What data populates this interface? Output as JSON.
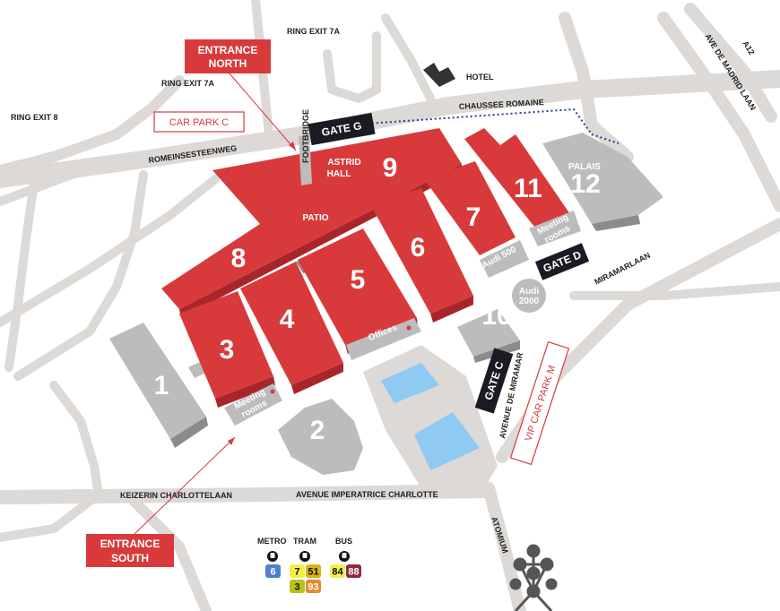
{
  "roads": {
    "ring_exit_7a_top": "RING EXIT 7A",
    "ring_exit_7a_left": "RING EXIT 7A",
    "ring_exit_8": "RING EXIT 8",
    "chaussee_romaine": "CHAUSSEE ROMAINE",
    "romeinsesteenweg": "ROMEINSESTEENWEG",
    "footbridge": "FOOTBRIDGE",
    "ave_de_madrid": "AVE DE MADRID LAAN",
    "a12": "A12",
    "miramarlaan": "MIRAMARLAAN",
    "avenue_de_miramar": "AVENUE DE MIRAMAR",
    "keizerin": "KEIZERIN CHARLOTTELAAN",
    "imperatrice": "AVENUE IMPERATRICE CHARLOTTE",
    "atomium": "ATOMIUM"
  },
  "landmarks": {
    "hotel": "HOTEL",
    "car_park_c": "CAR PARK C",
    "vip_car_park_m": "VIP CAR PARK M",
    "patio": "PATIO",
    "astrid_hall": [
      "ASTRID",
      "HALL"
    ],
    "palais": "PALAIS"
  },
  "entrances": {
    "north": [
      "ENTRANCE",
      "NORTH"
    ],
    "south": [
      "ENTRANCE",
      "SOUTH"
    ]
  },
  "gates": {
    "g": "GATE G",
    "d": "GATE D",
    "c": "GATE C"
  },
  "halls": [
    "1",
    "2",
    "3",
    "4",
    "5",
    "6",
    "7",
    "8",
    "9",
    "10",
    "11",
    "12"
  ],
  "rooms": {
    "meeting_south": [
      "Meeting",
      "rooms"
    ],
    "meeting_north": [
      "Meeting",
      "rooms"
    ],
    "offices": "Offices",
    "audi_500": "Audi 500",
    "audi_2000": [
      "Audi",
      "2000"
    ]
  },
  "transport": {
    "metro": {
      "label": "METRO",
      "lines": [
        {
          "n": "6",
          "color": "#4f7fcf",
          "text": "#fff"
        }
      ]
    },
    "tram": {
      "label": "TRAM",
      "lines": [
        {
          "n": "7",
          "color": "#f2ee4a",
          "text": "#111"
        },
        {
          "n": "51",
          "color": "#d8b319",
          "text": "#111"
        },
        {
          "n": "3",
          "color": "#b8c21c",
          "text": "#111"
        },
        {
          "n": "93",
          "color": "#e58a2a",
          "text": "#fff"
        }
      ]
    },
    "bus": {
      "label": "BUS",
      "lines": [
        {
          "n": "84",
          "color": "#f2ee4a",
          "text": "#111"
        },
        {
          "n": "88",
          "color": "#8e2a3e",
          "text": "#fff"
        }
      ]
    }
  },
  "colors": {
    "hall_red": "#d83a3c",
    "hall_grey": "#bdbcbc",
    "road": "#dcd9d6",
    "water": "#8fcaf5"
  }
}
